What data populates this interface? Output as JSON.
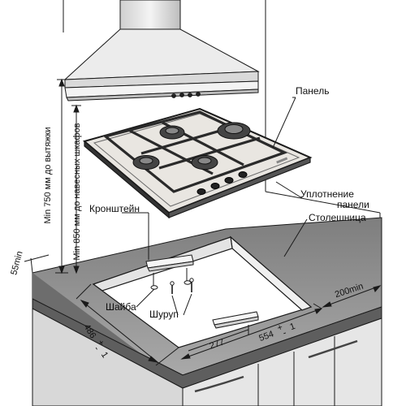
{
  "labels": {
    "panel": "Панель",
    "seal_line1": "Уплотнение",
    "seal_line2": "панели",
    "countertop": "Столешница",
    "bracket": "Кронштейн",
    "washer": "Шайба",
    "screw": "Шуруп"
  },
  "dimensions": {
    "hood_750": "Min 750 мм до вытяжки",
    "hood_850": "Min 850 мм до навесных шкафов",
    "edge_55": "55min",
    "side_200": "200min",
    "depth_486": "486",
    "width_554": "554",
    "offset_277": "277",
    "tol_plus": "+",
    "tol_minus": "-",
    "tol_value": "1"
  },
  "colors": {
    "line": "#1a1a1a",
    "countertop": "#8d8d8d",
    "cutout_wall": "#f2f2f2",
    "glass": "#e9e6e1",
    "grate": "#2a2a2a"
  }
}
